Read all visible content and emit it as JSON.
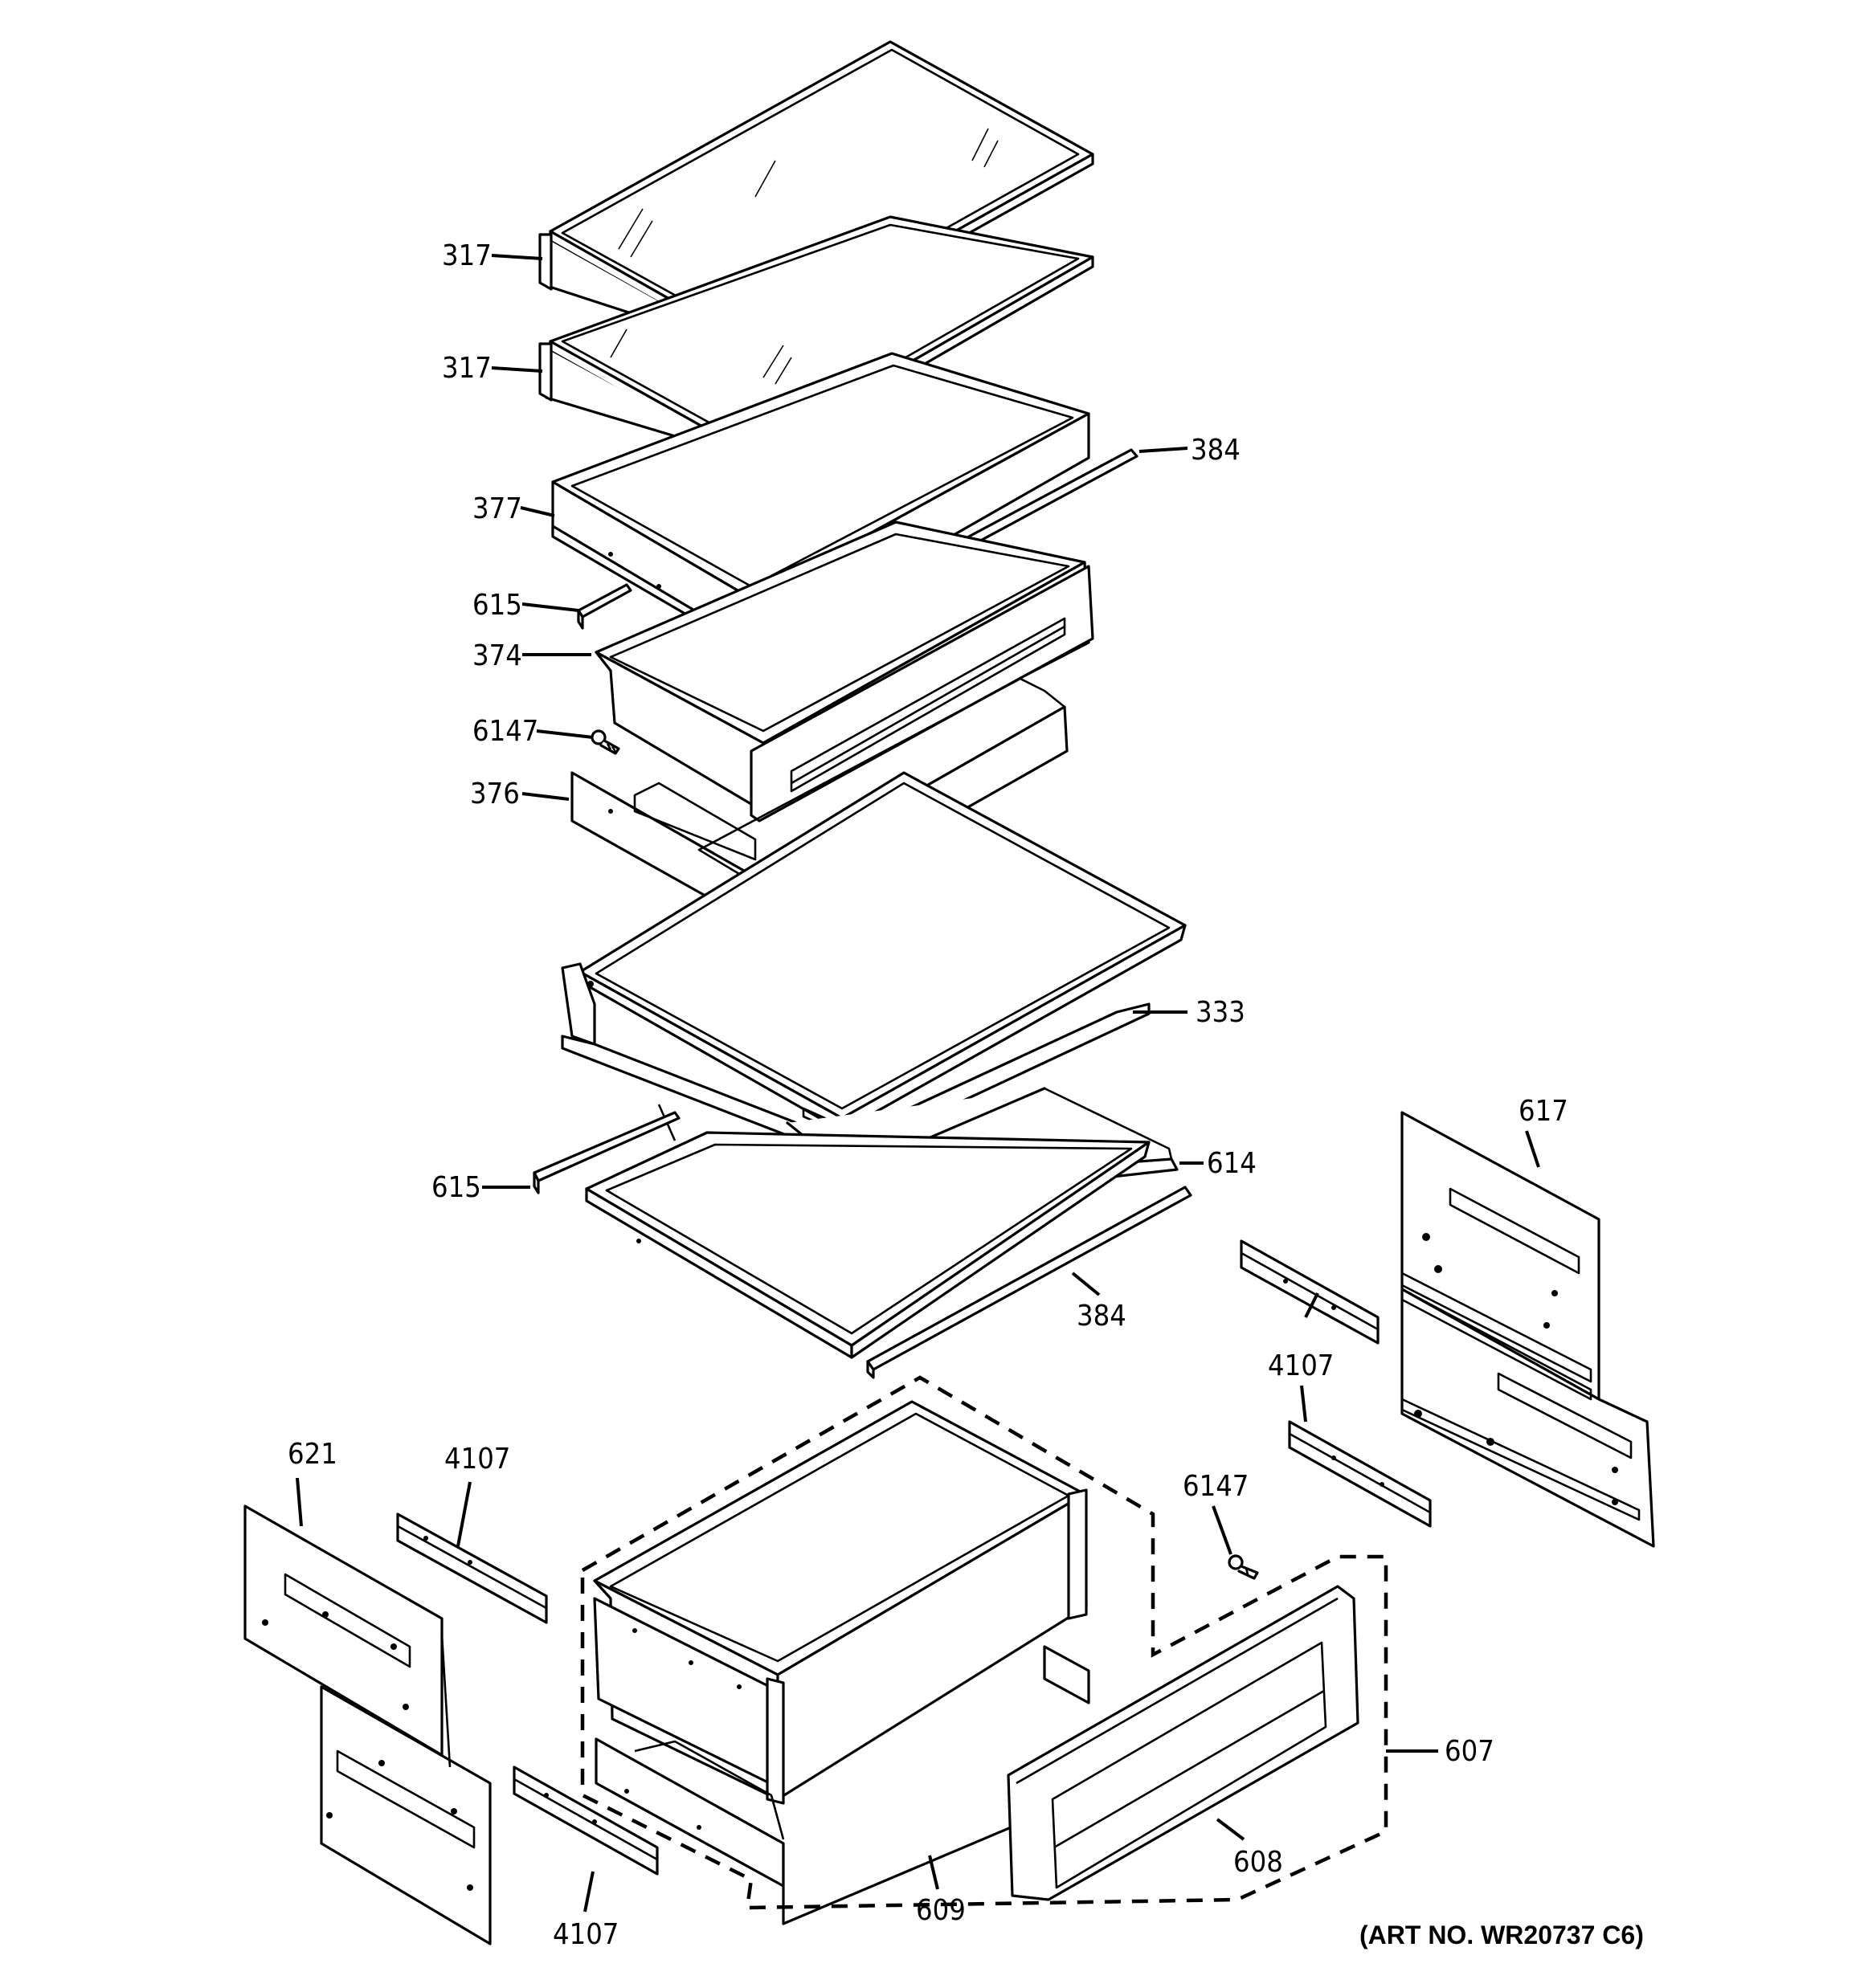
{
  "labels": {
    "p317a": "317",
    "p317b": "317",
    "p384a": "384",
    "p377": "377",
    "p615a": "615",
    "p374": "374",
    "p6147a": "6147",
    "p376": "376",
    "p333": "333",
    "p615b": "615",
    "p614": "614",
    "p384b": "384",
    "p617": "617",
    "p4107a": "4107",
    "p621": "621",
    "p4107b": "4107",
    "p6147b": "6147",
    "p607": "607",
    "p608": "608",
    "p609": "609",
    "p4107c": "4107"
  },
  "art_number": "(ART NO. WR20737 C6)"
}
